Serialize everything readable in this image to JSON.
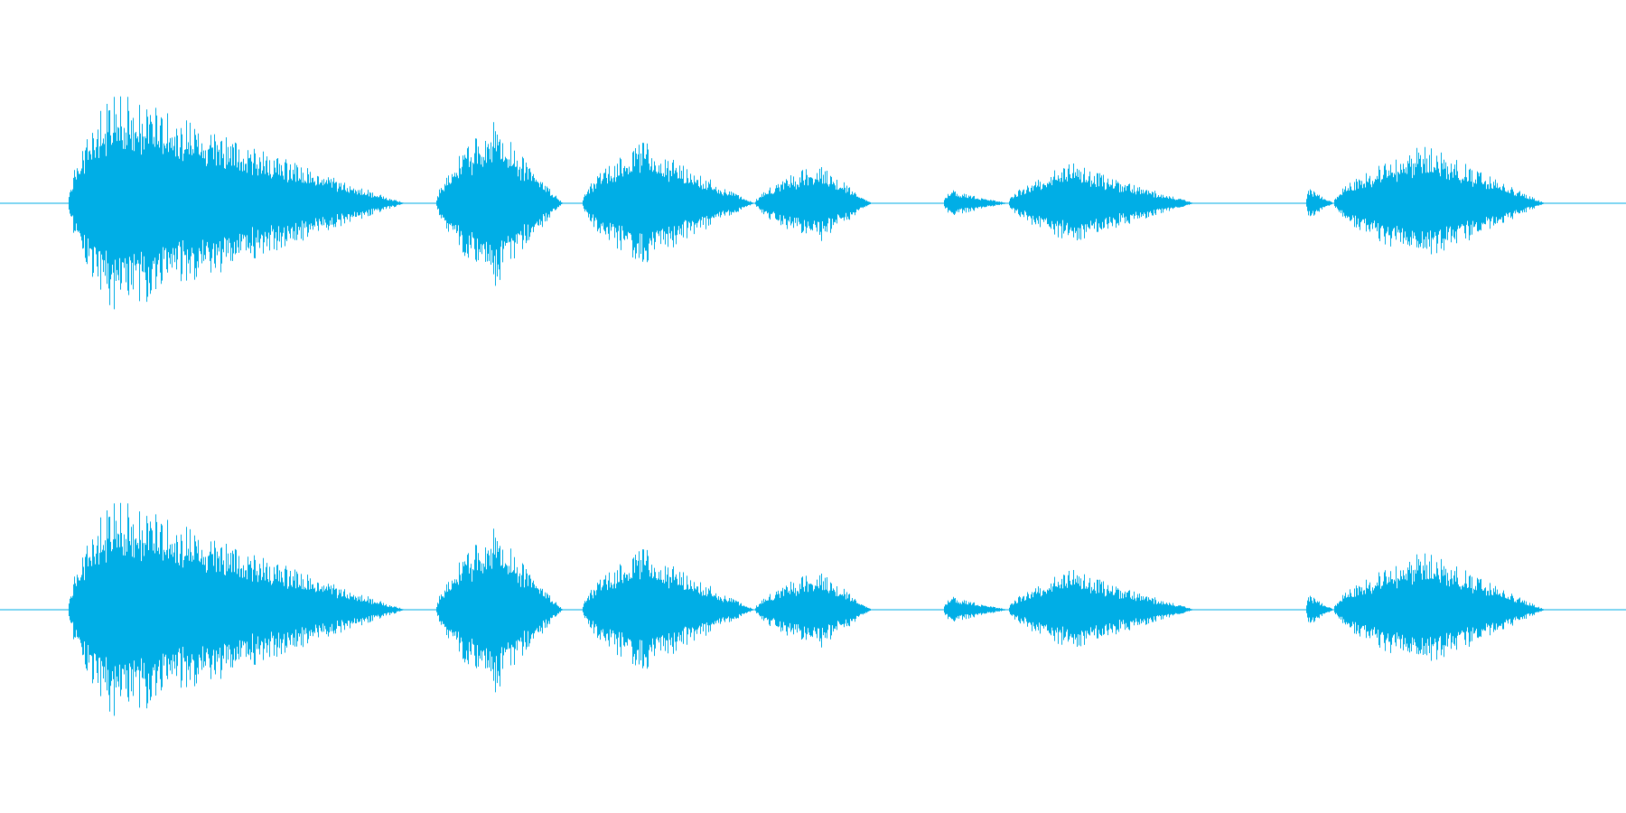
{
  "waveform": {
    "channels": [
      {
        "name": ""
      },
      {
        "name": ""
      }
    ],
    "color": "#00aee6",
    "background": "#ffffff",
    "bursts": [
      {
        "start": 0.042,
        "end": 0.249,
        "peak": 0.86,
        "peak_at": 0.07
      },
      {
        "start": 0.268,
        "end": 0.346,
        "peak": 0.62,
        "peak_at": 0.305
      },
      {
        "start": 0.358,
        "end": 0.464,
        "peak": 0.48,
        "peak_at": 0.395
      },
      {
        "start": 0.464,
        "end": 0.536,
        "peak": 0.3,
        "peak_at": 0.505
      },
      {
        "start": 0.58,
        "end": 0.62,
        "peak": 0.1,
        "peak_at": 0.585
      },
      {
        "start": 0.62,
        "end": 0.735,
        "peak": 0.3,
        "peak_at": 0.66
      },
      {
        "start": 0.803,
        "end": 0.82,
        "peak": 0.12,
        "peak_at": 0.805
      },
      {
        "start": 0.82,
        "end": 0.95,
        "peak": 0.45,
        "peak_at": 0.88
      }
    ]
  }
}
